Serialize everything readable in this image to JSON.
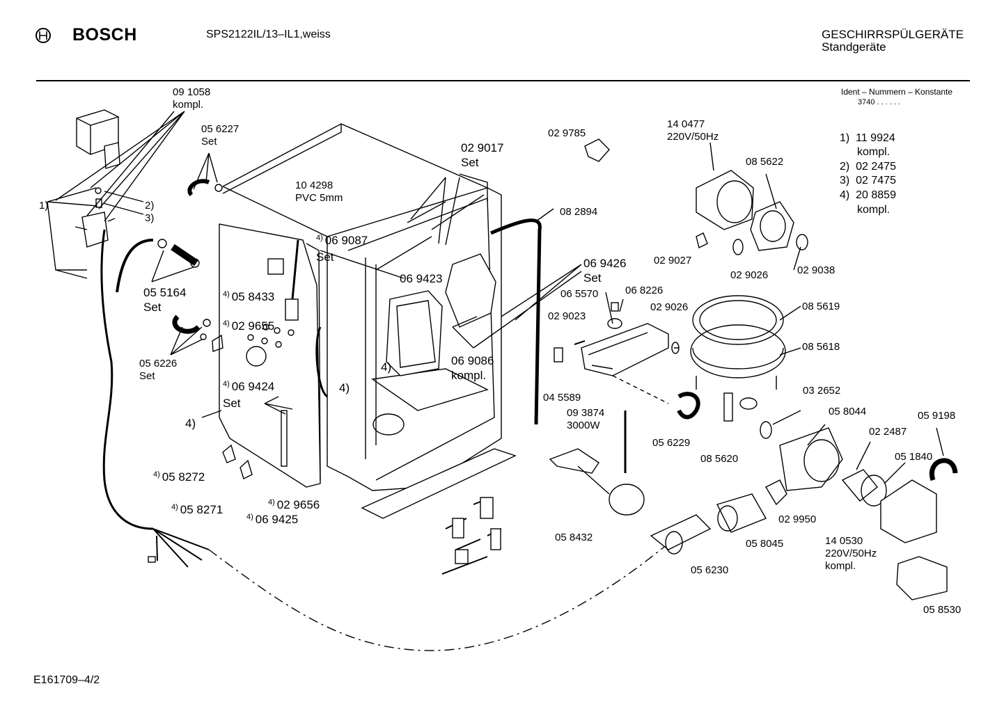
{
  "header": {
    "brand": "BOSCH",
    "model": "SPS2122IL/13–IL1,weiss",
    "category": "GESCHIRRSPÜLGERÄTE",
    "subcategory": "Standgeräte"
  },
  "ident": {
    "title": "Ident – Nummern – Konstante",
    "value": "3740  .  .  .  .  .  ."
  },
  "legend": [
    {
      "num": "1)",
      "code": "11 9924",
      "note": "kompl."
    },
    {
      "num": "2)",
      "code": "02 2475",
      "note": ""
    },
    {
      "num": "3)",
      "code": "02 7475",
      "note": ""
    },
    {
      "num": "4)",
      "code": "20 8859",
      "note": "kompl."
    }
  ],
  "parts": [
    {
      "text": "09 1058\nkompl."
    },
    {
      "text": "05 6227\nSet"
    },
    {
      "text": "1)"
    },
    {
      "text": "2)"
    },
    {
      "text": "3)"
    },
    {
      "text": "05 5164\nSet"
    },
    {
      "text": "05 6226\nSet"
    },
    {
      "text": "10 4298\nPVC 5mm"
    },
    {
      "sup": "4)",
      "text": "06 9087\nSet"
    },
    {
      "sup": "4)",
      "text": "05 8433"
    },
    {
      "sup": "4)",
      "text": "02 9655"
    },
    {
      "sup": "4)",
      "text": "06 9424\nSet"
    },
    {
      "text": "4)"
    },
    {
      "sup": "4)",
      "text": "05 8272"
    },
    {
      "sup": "4)",
      "text": "05 8271"
    },
    {
      "sup": "4)",
      "text": "02 9656"
    },
    {
      "sup": "4)",
      "text": "06 9425"
    },
    {
      "text": "4)"
    },
    {
      "text": "4)"
    },
    {
      "text": "02 9017\nSet"
    },
    {
      "text": "06 9423"
    },
    {
      "text": "02 9785"
    },
    {
      "text": "08 2894"
    },
    {
      "text": "06 9426\nSet"
    },
    {
      "text": "06 9086\nkompl."
    },
    {
      "text": "14 0477\n220V/50Hz"
    },
    {
      "text": "08 5622"
    },
    {
      "text": "02 9027"
    },
    {
      "text": "02 9026"
    },
    {
      "text": "02 9038"
    },
    {
      "text": "06 5570"
    },
    {
      "text": "06 8226"
    },
    {
      "text": "02 9026"
    },
    {
      "text": "08 5619"
    },
    {
      "text": "02 9023"
    },
    {
      "text": "08 5618"
    },
    {
      "text": "04 5589"
    },
    {
      "text": "09 3874\n3000W"
    },
    {
      "text": "03 2652"
    },
    {
      "text": "05 6229"
    },
    {
      "text": "08 5620"
    },
    {
      "text": "05 8044"
    },
    {
      "text": "02 2487"
    },
    {
      "text": "05 9198"
    },
    {
      "text": "05 1840"
    },
    {
      "text": "05 8432"
    },
    {
      "text": "02 9950"
    },
    {
      "text": "05 8045"
    },
    {
      "text": "14 0530\n220V/50Hz\nkompl."
    },
    {
      "text": "05 6230"
    },
    {
      "text": "05 8530"
    }
  ],
  "footer": {
    "code": "E161709–4/2"
  }
}
